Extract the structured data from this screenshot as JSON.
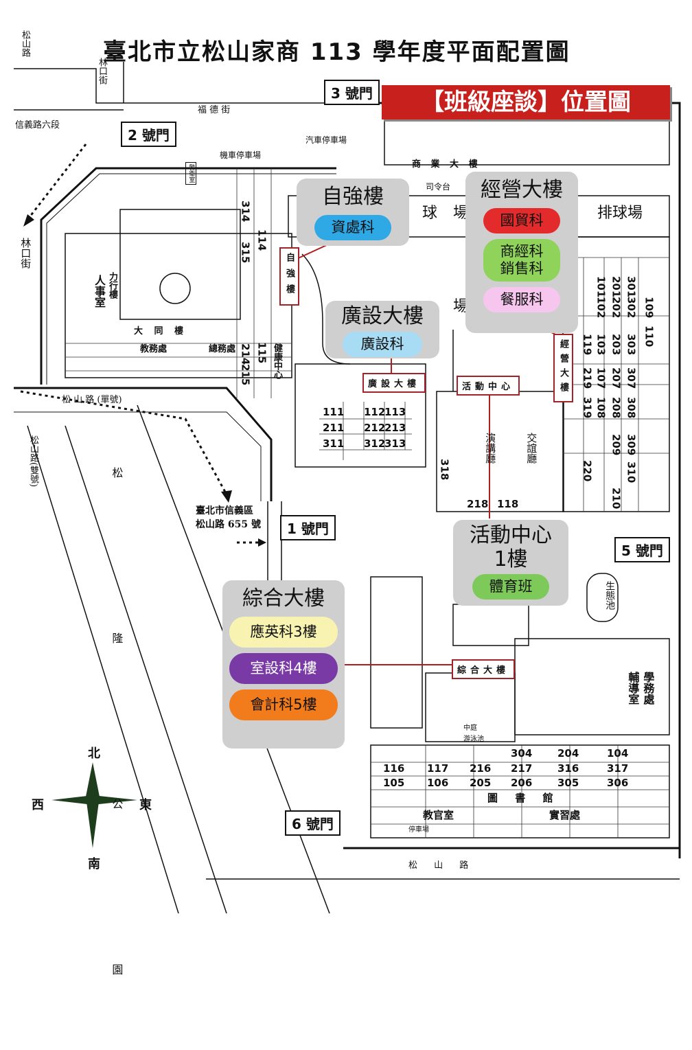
{
  "title": "臺北市立松山家商 113 學年度平面配置圖",
  "banner": "【班級座談】位置圖",
  "gates": {
    "g1": "1 號門",
    "g2": "2 號門",
    "g3": "3 號門",
    "g5": "5 號門",
    "g6": "6 號門"
  },
  "roads": {
    "songshan_top": "松山路",
    "linkou": "林口街",
    "linkou_left": "林口街",
    "fude": "福 德 街",
    "xinyi": "信義路六段",
    "songshan_single": "松 山 路 (單號)",
    "songshan_double": "松山路(雙號)",
    "songshan_bottom": "松 山 路",
    "park": "松 隆 公 園"
  },
  "address": "臺北市信義區\n松山路 655 號",
  "areas": {
    "moto_parking": "機車停車場",
    "car_parking": "汽車停車場",
    "basketball": "籃 球 場",
    "volleyball": "排球場",
    "field": "場",
    "datong": "大 同 樓",
    "lixing": "力行樓",
    "commerce": "商 業 大 樓",
    "reception": "司令台",
    "guard": "警衛室",
    "ecology": "生態池",
    "pool": "游泳池",
    "library": "圖 書 館",
    "parking_lot": "停車場",
    "courtyard": "中庭",
    "lecture": "演講廳",
    "social": "交誼廳"
  },
  "building_tags": {
    "ziqiang": "自強樓",
    "guangshe": "廣設大樓",
    "activity": "活動中心",
    "jingying": "經營大樓",
    "zonghe": "綜合大樓"
  },
  "callouts": {
    "ziqiang": {
      "title": "自強樓",
      "items": [
        {
          "label": "資處科",
          "color": "#2fa8e6"
        }
      ]
    },
    "jingying": {
      "title": "經營大樓",
      "items": [
        {
          "label": "國貿科",
          "color": "#e32b2b"
        },
        {
          "label": "商經科\n銷售科",
          "color": "#8fd35a"
        },
        {
          "label": "餐服科",
          "color": "#f6c6ef"
        }
      ]
    },
    "guangshe": {
      "title": "廣設大樓",
      "items": [
        {
          "label": "廣設科",
          "color": "#a8dcf5"
        }
      ]
    },
    "activity": {
      "title": "活動中心\n1樓",
      "items": [
        {
          "label": "體育班",
          "color": "#7dc95a"
        }
      ]
    },
    "zonghe": {
      "title": "綜合大樓",
      "items": [
        {
          "label": "應英科3樓",
          "color": "#f8f3b0"
        },
        {
          "label": "室設科4樓",
          "color": "#7a3aa6"
        },
        {
          "label": "會計科5樓",
          "color": "#f27b1c"
        }
      ]
    }
  },
  "rooms": {
    "left_col": [
      "314",
      "315",
      "114"
    ],
    "mid_col": [
      "214",
      "215",
      "115"
    ],
    "guangshe_grid": [
      "111",
      "112",
      "113",
      "211",
      "212",
      "213",
      "311",
      "312",
      "313"
    ],
    "jy_top": [
      "101",
      "102",
      "201",
      "202",
      "301",
      "302",
      "109"
    ],
    "jy_mid": [
      "119",
      "103",
      "203",
      "303",
      "110"
    ],
    "jy_lower": [
      "219",
      "107",
      "207",
      "307",
      "319",
      "108",
      "208",
      "308"
    ],
    "jy_bottom": [
      "220",
      "209",
      "309",
      "310",
      "210"
    ],
    "activity": [
      "318",
      "218",
      "118"
    ],
    "bottom_row1": [
      "304",
      "204",
      "104"
    ],
    "bottom_row2": [
      "116",
      "117",
      "216",
      "217",
      "316",
      "317"
    ],
    "bottom_row3": [
      "105",
      "106",
      "205",
      "206",
      "305",
      "306"
    ]
  },
  "offices": {
    "personnel": "人事室",
    "teaching": "教務處",
    "general": "總務處",
    "health": "健康中心",
    "counsel": "輔導室",
    "student": "學務處",
    "military": "教官室",
    "practice": "實習處"
  },
  "compass": {
    "n": "北",
    "s": "南",
    "e": "東",
    "w": "西"
  }
}
